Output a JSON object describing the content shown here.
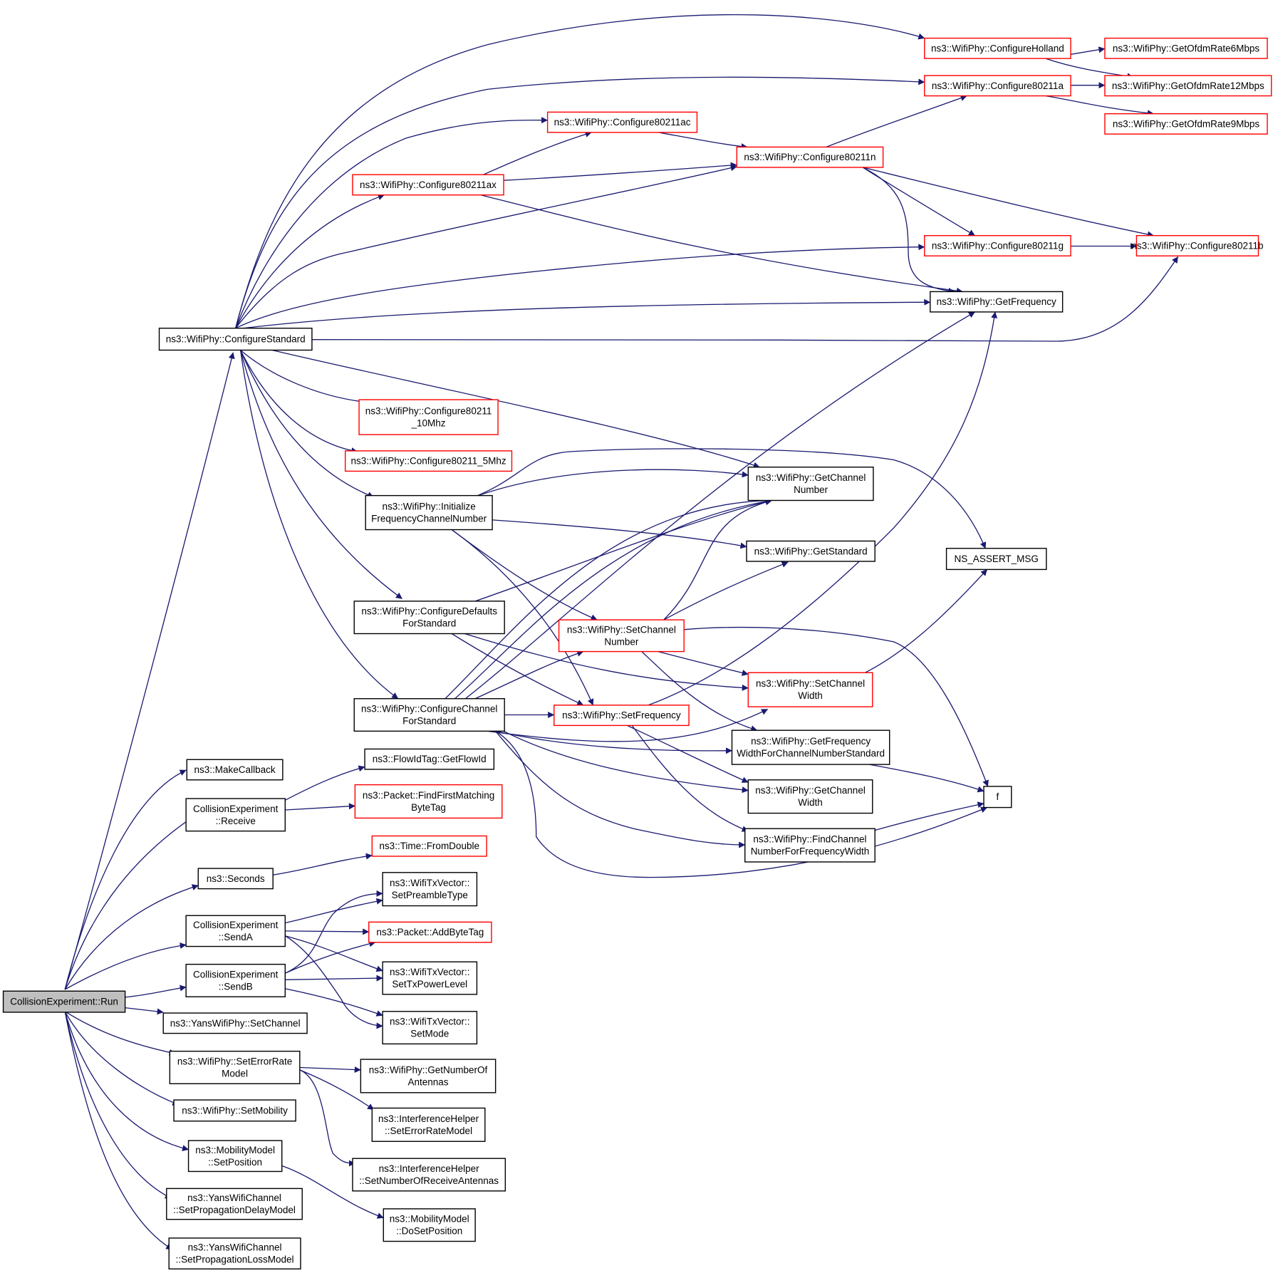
{
  "colors": {
    "edge": "#191970",
    "normal_border": "#000000",
    "incomplete_border": "#ff0000",
    "root_fill": "#bfbfbf"
  },
  "nodes": [
    {
      "id": "run",
      "lines": [
        "CollisionExperiment::Run"
      ],
      "style": "root"
    },
    {
      "id": "configureStandard",
      "lines": [
        "ns3::WifiPhy::ConfigureStandard"
      ],
      "style": "black"
    },
    {
      "id": "makeCallback",
      "lines": [
        "ns3::MakeCallback"
      ],
      "style": "black"
    },
    {
      "id": "receive",
      "lines": [
        "CollisionExperiment",
        "::Receive"
      ],
      "style": "black"
    },
    {
      "id": "seconds",
      "lines": [
        "ns3::Seconds"
      ],
      "style": "black"
    },
    {
      "id": "sendA",
      "lines": [
        "CollisionExperiment",
        "::SendA"
      ],
      "style": "black"
    },
    {
      "id": "sendB",
      "lines": [
        "CollisionExperiment",
        "::SendB"
      ],
      "style": "black"
    },
    {
      "id": "yansSetChannel",
      "lines": [
        "ns3::YansWifiPhy::SetChannel"
      ],
      "style": "black"
    },
    {
      "id": "setErrorRateModel",
      "lines": [
        "ns3::WifiPhy::SetErrorRate",
        "Model"
      ],
      "style": "black"
    },
    {
      "id": "setMobility",
      "lines": [
        "ns3::WifiPhy::SetMobility"
      ],
      "style": "black"
    },
    {
      "id": "mobSetPosition",
      "lines": [
        "ns3::MobilityModel",
        "::SetPosition"
      ],
      "style": "black"
    },
    {
      "id": "setPropDelay",
      "lines": [
        "ns3::YansWifiChannel",
        "::SetPropagationDelayModel"
      ],
      "style": "black"
    },
    {
      "id": "setPropLoss",
      "lines": [
        "ns3::YansWifiChannel",
        "::SetPropagationLossModel"
      ],
      "style": "black"
    },
    {
      "id": "cfgHolland",
      "lines": [
        "ns3::WifiPhy::ConfigureHolland"
      ],
      "style": "red"
    },
    {
      "id": "cfg80211a",
      "lines": [
        "ns3::WifiPhy::Configure80211a"
      ],
      "style": "red"
    },
    {
      "id": "cfg80211ac",
      "lines": [
        "ns3::WifiPhy::Configure80211ac"
      ],
      "style": "red"
    },
    {
      "id": "cfg80211ax",
      "lines": [
        "ns3::WifiPhy::Configure80211ax"
      ],
      "style": "red"
    },
    {
      "id": "cfg80211n",
      "lines": [
        "ns3::WifiPhy::Configure80211n"
      ],
      "style": "red"
    },
    {
      "id": "cfg80211g",
      "lines": [
        "ns3::WifiPhy::Configure80211g"
      ],
      "style": "red"
    },
    {
      "id": "cfg80211b",
      "lines": [
        "ns3::WifiPhy::Configure80211b"
      ],
      "style": "red"
    },
    {
      "id": "ofdm6",
      "lines": [
        "ns3::WifiPhy::GetOfdmRate6Mbps"
      ],
      "style": "red"
    },
    {
      "id": "ofdm12",
      "lines": [
        "ns3::WifiPhy::GetOfdmRate12Mbps"
      ],
      "style": "red"
    },
    {
      "id": "ofdm9",
      "lines": [
        "ns3::WifiPhy::GetOfdmRate9Mbps"
      ],
      "style": "red"
    },
    {
      "id": "getFrequency",
      "lines": [
        "ns3::WifiPhy::GetFrequency"
      ],
      "style": "black"
    },
    {
      "id": "cfg10Mhz",
      "lines": [
        "ns3::WifiPhy::Configure80211",
        "_10Mhz"
      ],
      "style": "red"
    },
    {
      "id": "cfg5Mhz",
      "lines": [
        "ns3::WifiPhy::Configure80211_5Mhz"
      ],
      "style": "red"
    },
    {
      "id": "initFreqCh",
      "lines": [
        "ns3::WifiPhy::Initialize",
        "FrequencyChannelNumber"
      ],
      "style": "black"
    },
    {
      "id": "cfgDefaults",
      "lines": [
        "ns3::WifiPhy::ConfigureDefaults",
        "ForStandard"
      ],
      "style": "black"
    },
    {
      "id": "cfgChannel",
      "lines": [
        "ns3::WifiPhy::ConfigureChannel",
        "ForStandard"
      ],
      "style": "black"
    },
    {
      "id": "getChannelNumber",
      "lines": [
        "ns3::WifiPhy::GetChannel",
        "Number"
      ],
      "style": "black"
    },
    {
      "id": "getStandard",
      "lines": [
        "ns3::WifiPhy::GetStandard"
      ],
      "style": "black"
    },
    {
      "id": "nsAssert",
      "lines": [
        "NS_ASSERT_MSG"
      ],
      "style": "black"
    },
    {
      "id": "setChannelNumber",
      "lines": [
        "ns3::WifiPhy::SetChannel",
        "Number"
      ],
      "style": "red"
    },
    {
      "id": "setChannelWidth",
      "lines": [
        "ns3::WifiPhy::SetChannel",
        "Width"
      ],
      "style": "red"
    },
    {
      "id": "setFrequency",
      "lines": [
        "ns3::WifiPhy::SetFrequency"
      ],
      "style": "red"
    },
    {
      "id": "getFreqWidth",
      "lines": [
        "ns3::WifiPhy::GetFrequency",
        "WidthForChannelNumberStandard"
      ],
      "style": "black"
    },
    {
      "id": "getChannelWidth",
      "lines": [
        "ns3::WifiPhy::GetChannel",
        "Width"
      ],
      "style": "black"
    },
    {
      "id": "findChannelNum",
      "lines": [
        "ns3::WifiPhy::FindChannel",
        "NumberForFrequencyWidth"
      ],
      "style": "black"
    },
    {
      "id": "f",
      "lines": [
        "f"
      ],
      "style": "black"
    },
    {
      "id": "flowIdTag",
      "lines": [
        "ns3::FlowIdTag::GetFlowId"
      ],
      "style": "black"
    },
    {
      "id": "findByteTag",
      "lines": [
        "ns3::Packet::FindFirstMatching",
        "ByteTag"
      ],
      "style": "red"
    },
    {
      "id": "timeFromDouble",
      "lines": [
        "ns3::Time::FromDouble"
      ],
      "style": "red"
    },
    {
      "id": "setPreamble",
      "lines": [
        "ns3::WifiTxVector::",
        "SetPreambleType"
      ],
      "style": "black"
    },
    {
      "id": "addByteTag",
      "lines": [
        "ns3::Packet::AddByteTag"
      ],
      "style": "red"
    },
    {
      "id": "setTxPower",
      "lines": [
        "ns3::WifiTxVector::",
        "SetTxPowerLevel"
      ],
      "style": "black"
    },
    {
      "id": "setMode",
      "lines": [
        "ns3::WifiTxVector::",
        "SetMode"
      ],
      "style": "black"
    },
    {
      "id": "getNumAntennas",
      "lines": [
        "ns3::WifiPhy::GetNumberOf",
        "Antennas"
      ],
      "style": "black"
    },
    {
      "id": "ihSetErrorRate",
      "lines": [
        "ns3::InterferenceHelper",
        "::SetErrorRateModel"
      ],
      "style": "black"
    },
    {
      "id": "ihSetNumRx",
      "lines": [
        "ns3::InterferenceHelper",
        "::SetNumberOfReceiveAntennas"
      ],
      "style": "black"
    },
    {
      "id": "mobDoSetPosition",
      "lines": [
        "ns3::MobilityModel",
        "::DoSetPosition"
      ],
      "style": "black"
    }
  ]
}
